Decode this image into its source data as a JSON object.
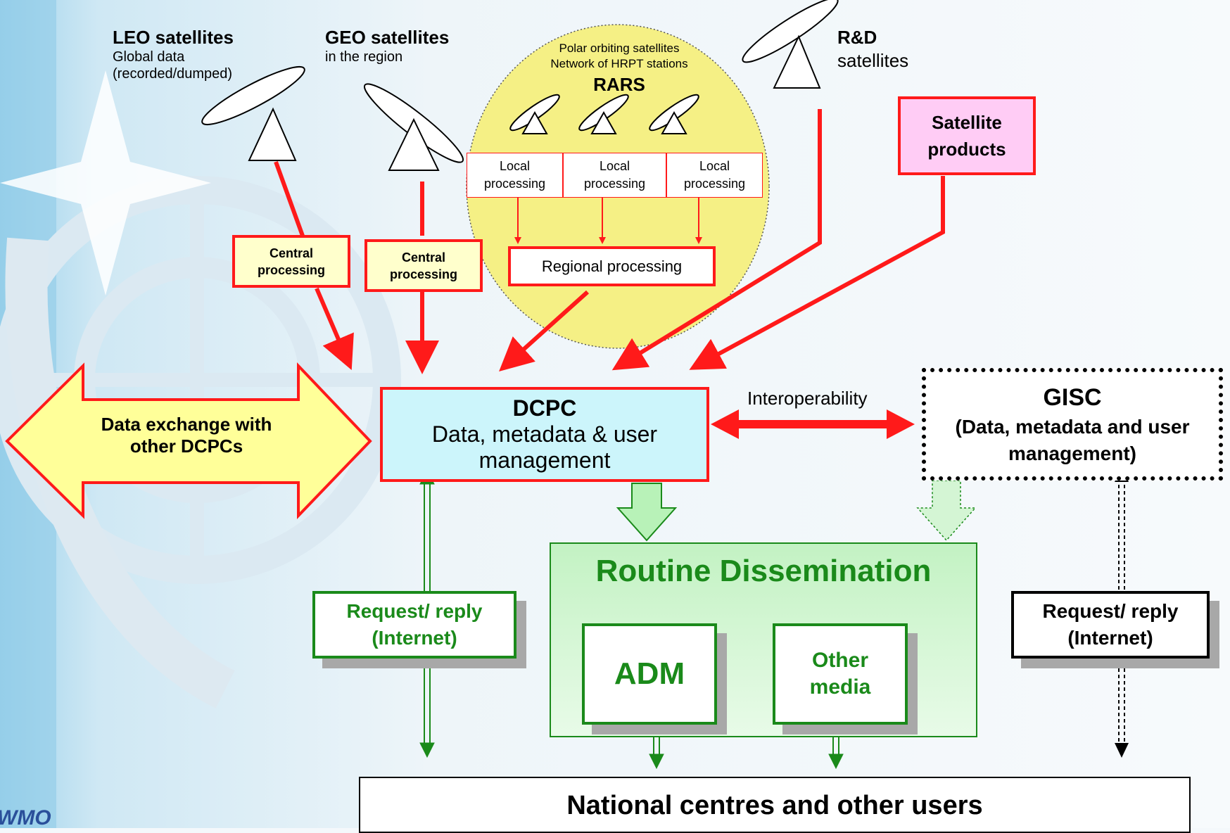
{
  "colors": {
    "red": "#ff1a1a",
    "green": "#1a8a1a",
    "rars_fill": "#f5f085",
    "dcpc_fill": "#ccf5fb",
    "central_fill": "#ffffcc",
    "satellite_products_fill": "#ffccf5",
    "routine_fill": "#cdf5cd"
  },
  "sources": {
    "leo": {
      "title": "LEO satellites",
      "line1": "Global data",
      "line2": "(recorded/dumped)"
    },
    "geo": {
      "title": "GEO satellites",
      "line1": "in the region"
    },
    "rars": {
      "line1": "Polar orbiting satellites",
      "line2": "Network of HRPT stations",
      "title": "RARS",
      "local_processing": [
        {
          "line1": "Local",
          "line2": "processing"
        },
        {
          "line1": "Local",
          "line2": "processing"
        },
        {
          "line1": "Local",
          "line2": "processing"
        }
      ],
      "regional_processing": "Regional processing"
    },
    "rd": {
      "title": "R&D",
      "line1": "satellites"
    },
    "satellite_products": {
      "line1": "Satellite",
      "line2": "products"
    }
  },
  "central_processing": [
    {
      "line1": "Central",
      "line2": "processing"
    },
    {
      "line1": "Central",
      "line2": "processing"
    }
  ],
  "data_exchange": {
    "line1": "Data exchange with",
    "line2": "other DCPCs"
  },
  "dcpc": {
    "title": "DCPC",
    "line1": "Data, metadata & user",
    "line2": "management"
  },
  "interoperability": "Interoperability",
  "gisc": {
    "title": "GISC",
    "line1": "(Data, metadata and user",
    "line2": "management)"
  },
  "request_reply_left": {
    "line1": "Request/ reply",
    "line2": "(Internet)"
  },
  "request_reply_right": {
    "line1": "Request/ reply",
    "line2": "(Internet)"
  },
  "routine": {
    "title": "Routine Dissemination",
    "adm": "ADM",
    "other_media": {
      "line1": "Other",
      "line2": "media"
    }
  },
  "national": "National centres and other users",
  "logo": "WMO"
}
